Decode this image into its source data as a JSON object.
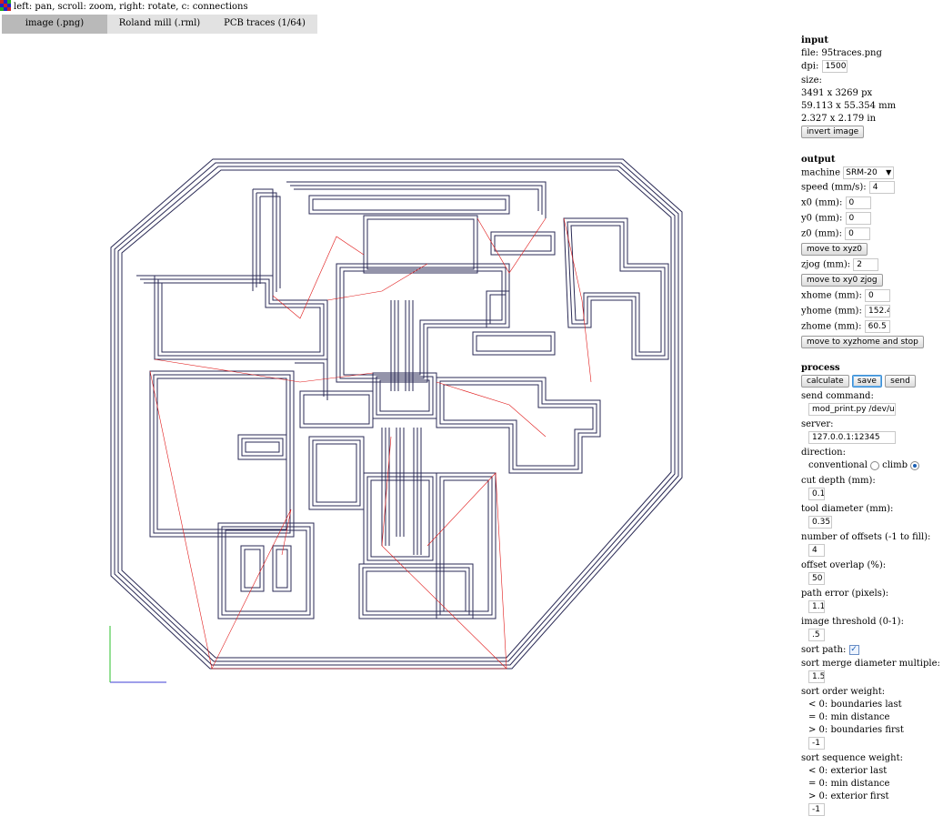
{
  "hint": "left: pan, scroll: zoom, right: rotate, c: connections",
  "tabs": [
    "image (.png)",
    "Roland mill (.rml)",
    "PCB traces (1/64)"
  ],
  "input": {
    "title": "input",
    "file_label": "file: 95traces.png",
    "dpi_label": "dpi:",
    "dpi": "1500.",
    "size_label": "size:",
    "px": "3491 x 3269 px",
    "mm": "59.113 x 55.354 mm",
    "in": "2.327 x 2.179 in",
    "invert_btn": "invert image"
  },
  "output": {
    "title": "output",
    "machine_label": "machine",
    "machine": "SRM-20",
    "speed_label": "speed (mm/s):",
    "speed": "4",
    "x0_label": "x0 (mm):",
    "x0": "0",
    "y0_label": "y0 (mm):",
    "y0": "0",
    "z0_label": "z0 (mm):",
    "z0": "0",
    "move_xyz0": "move to xyz0",
    "zjog_label": "zjog (mm):",
    "zjog": "2",
    "move_xy0_zjog": "move to xy0 zjog",
    "xhome_label": "xhome (mm):",
    "xhome": "0",
    "yhome_label": "yhome (mm):",
    "yhome": "152.4",
    "zhome_label": "zhome (mm):",
    "zhome": "60.5",
    "move_home": "move to xyzhome and stop"
  },
  "process": {
    "title": "process",
    "calculate": "calculate",
    "save": "save",
    "send": "send",
    "send_cmd_label": "send command:",
    "send_cmd": "mod_print.py /dev/usl",
    "server_label": "server:",
    "server": "127.0.0.1:12345",
    "direction_label": "direction:",
    "conventional": "conventional",
    "climb": "climb",
    "cut_depth_label": "cut depth (mm):",
    "cut_depth": "0.1",
    "tool_diameter_label": "tool diameter (mm):",
    "tool_diameter": "0.35",
    "offsets_label": "number of offsets (-1 to fill):",
    "offsets": "4",
    "overlap_label": "offset overlap (%):",
    "overlap": "50",
    "path_error_label": "path error (pixels):",
    "path_error": "1.1",
    "threshold_label": "image threshold (0-1):",
    "threshold": ".5",
    "sort_path_label": "sort path:",
    "merge_label": "sort merge diameter multiple:",
    "merge": "1.5",
    "order_label": "sort order weight:",
    "order_lines": [
      "< 0: boundaries last",
      "= 0: min distance",
      "> 0: boundaries first"
    ],
    "order": "-1",
    "sequence_label": "sort sequence weight:",
    "sequence_lines": [
      "< 0: exterior last",
      "= 0: min distance",
      "> 0: exterior first"
    ],
    "sequence": "-1"
  },
  "colors": {
    "trace": "#2a2a55",
    "connection": "#e01818",
    "axis_x": "#3d3dd6",
    "axis_y": "#2cc22c"
  }
}
